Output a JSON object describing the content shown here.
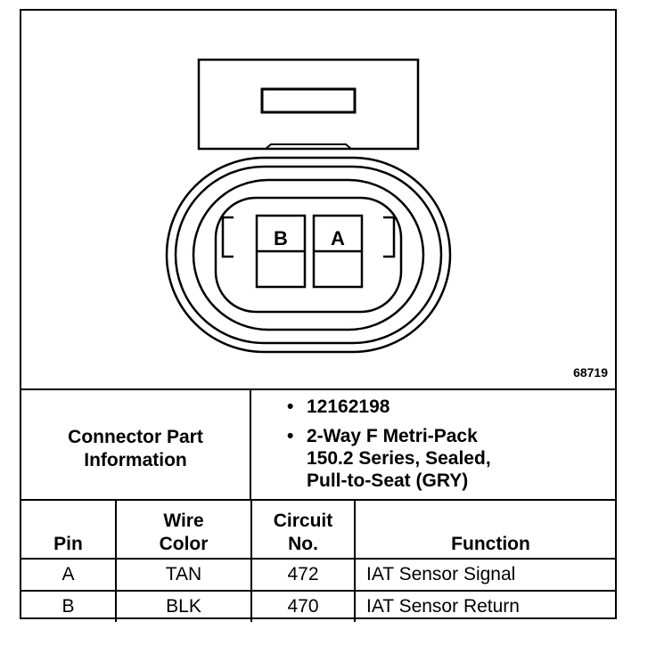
{
  "figure_id": "68719",
  "connector": {
    "terminal_labels": [
      "B",
      "A"
    ]
  },
  "info": {
    "label_lines": [
      "Connector Part",
      "Information"
    ],
    "items": [
      {
        "lines": [
          "12162198"
        ]
      },
      {
        "lines": [
          "2-Way F Metri-Pack",
          "150.2 Series, Sealed,",
          "Pull-to-Seat (GRY)"
        ]
      }
    ]
  },
  "table": {
    "headers": {
      "pin": [
        "Pin"
      ],
      "wire_color": [
        "Wire",
        "Color"
      ],
      "circuit": [
        "Circuit",
        "No."
      ],
      "function": [
        "Function"
      ]
    },
    "rows": [
      {
        "pin": "A",
        "wire_color": "TAN",
        "circuit": "472",
        "function": "IAT Sensor Signal"
      },
      {
        "pin": "B",
        "wire_color": "BLK",
        "circuit": "470",
        "function": "IAT Sensor Return"
      }
    ]
  }
}
